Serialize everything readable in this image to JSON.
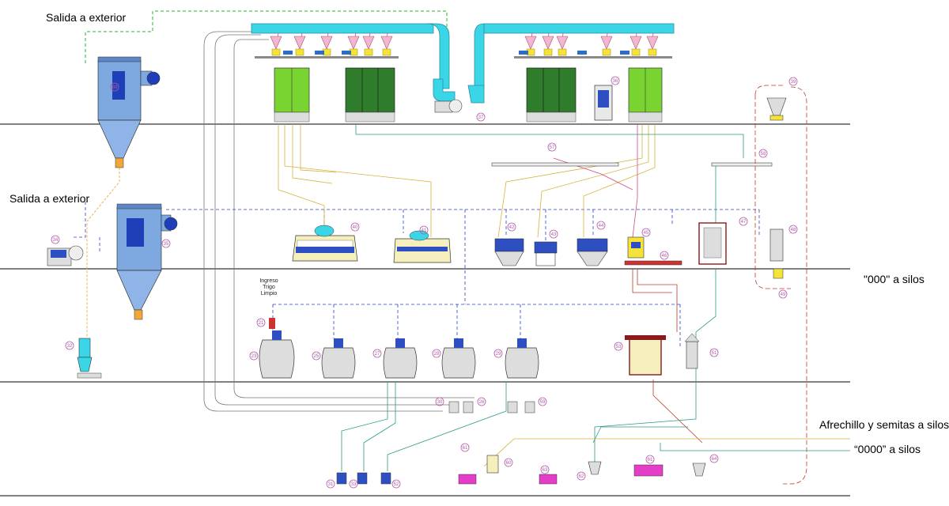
{
  "labels": {
    "exit_top": "Salida a exterior",
    "exit_mid": "Salida a exterior",
    "flour_000": "\"000\" a silos",
    "bran": "Afrechillo y semitas a silos",
    "flour_0000": "“0000” a silos",
    "wheat_intake": [
      "Ingreso",
      "Trigo",
      "Limpio"
    ]
  },
  "equipment_numbers": {
    "n36": "36",
    "n35": "35",
    "n31": "31",
    "n32": "32",
    "n33": "33",
    "n34": "34",
    "n37": "37",
    "n38": "38",
    "n39": "39",
    "n40": "40",
    "n41": "41",
    "n42": "42",
    "n43": "43",
    "n44": "44",
    "n45": "45",
    "n46": "46",
    "n47": "47",
    "n48": "48",
    "n49": "49",
    "n51": "51",
    "n52": "52",
    "n53": "53",
    "n57": "57",
    "n58": "58",
    "n59": "59",
    "n60": "60",
    "n61": "61",
    "n62": "62",
    "n63": "63",
    "n64": "64",
    "n21": "21",
    "n23": "23",
    "n25": "25",
    "n26": "26",
    "n27": "27",
    "n28": "28",
    "n29": "29",
    "n30": "30"
  }
}
